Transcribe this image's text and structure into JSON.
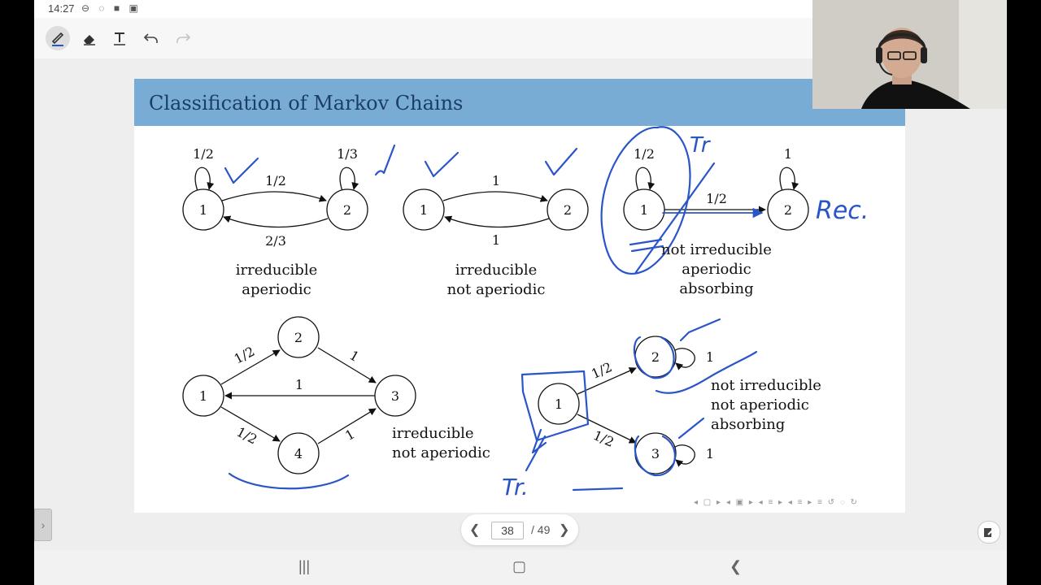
{
  "status_bar": {
    "time": "14:27",
    "icons": [
      "minus-circle-icon",
      "settings-icon",
      "video-icon",
      "sim-icon"
    ]
  },
  "toolbar": {
    "tools": [
      "pen-icon",
      "eraser-icon",
      "text-icon",
      "undo-icon",
      "redo-icon"
    ]
  },
  "slide": {
    "title": "Classification of Markov Chains",
    "diagrams": {
      "d1": {
        "nodes": [
          "1",
          "2"
        ],
        "edge_labels": [
          "1/2",
          "1/3",
          "1/2",
          "2/3"
        ],
        "caption": [
          "irreducible",
          "aperiodic"
        ]
      },
      "d2": {
        "nodes": [
          "1",
          "2"
        ],
        "edge_labels": [
          "1",
          "1"
        ],
        "caption": [
          "irreducible",
          "not aperiodic"
        ]
      },
      "d3": {
        "nodes": [
          "1",
          "2"
        ],
        "edge_labels": [
          "1/2",
          "1",
          "1/2"
        ],
        "caption": [
          "not irreducible",
          "aperiodic",
          "absorbing"
        ]
      },
      "d4": {
        "nodes": [
          "1",
          "2",
          "3",
          "4"
        ],
        "edge_labels": [
          "1/2",
          "1",
          "1",
          "1/2",
          "1"
        ],
        "caption": [
          "irreducible",
          "not aperiodic"
        ]
      },
      "d5": {
        "nodes": [
          "1",
          "2",
          "3"
        ],
        "edge_labels": [
          "1/2",
          "1",
          "1/2",
          "1"
        ],
        "caption": [
          "not irreducible",
          "not aperiodic",
          "absorbing"
        ]
      }
    },
    "annotations": {
      "tr_top": "Tr",
      "rec": "Rec.",
      "tr_bottom": "Tr."
    },
    "nav_symbols": "◂ ▢ ▸ ◂ ▣ ▸ ◂ ≡ ▸ ◂ ≡ ▸ ≡ ↺ ◌ ↻"
  },
  "pager": {
    "current": "38",
    "total": "/ 49"
  },
  "colors": {
    "header_bg": "#79acd4",
    "title": "#1b3e66",
    "ink": "#2a55c8"
  }
}
